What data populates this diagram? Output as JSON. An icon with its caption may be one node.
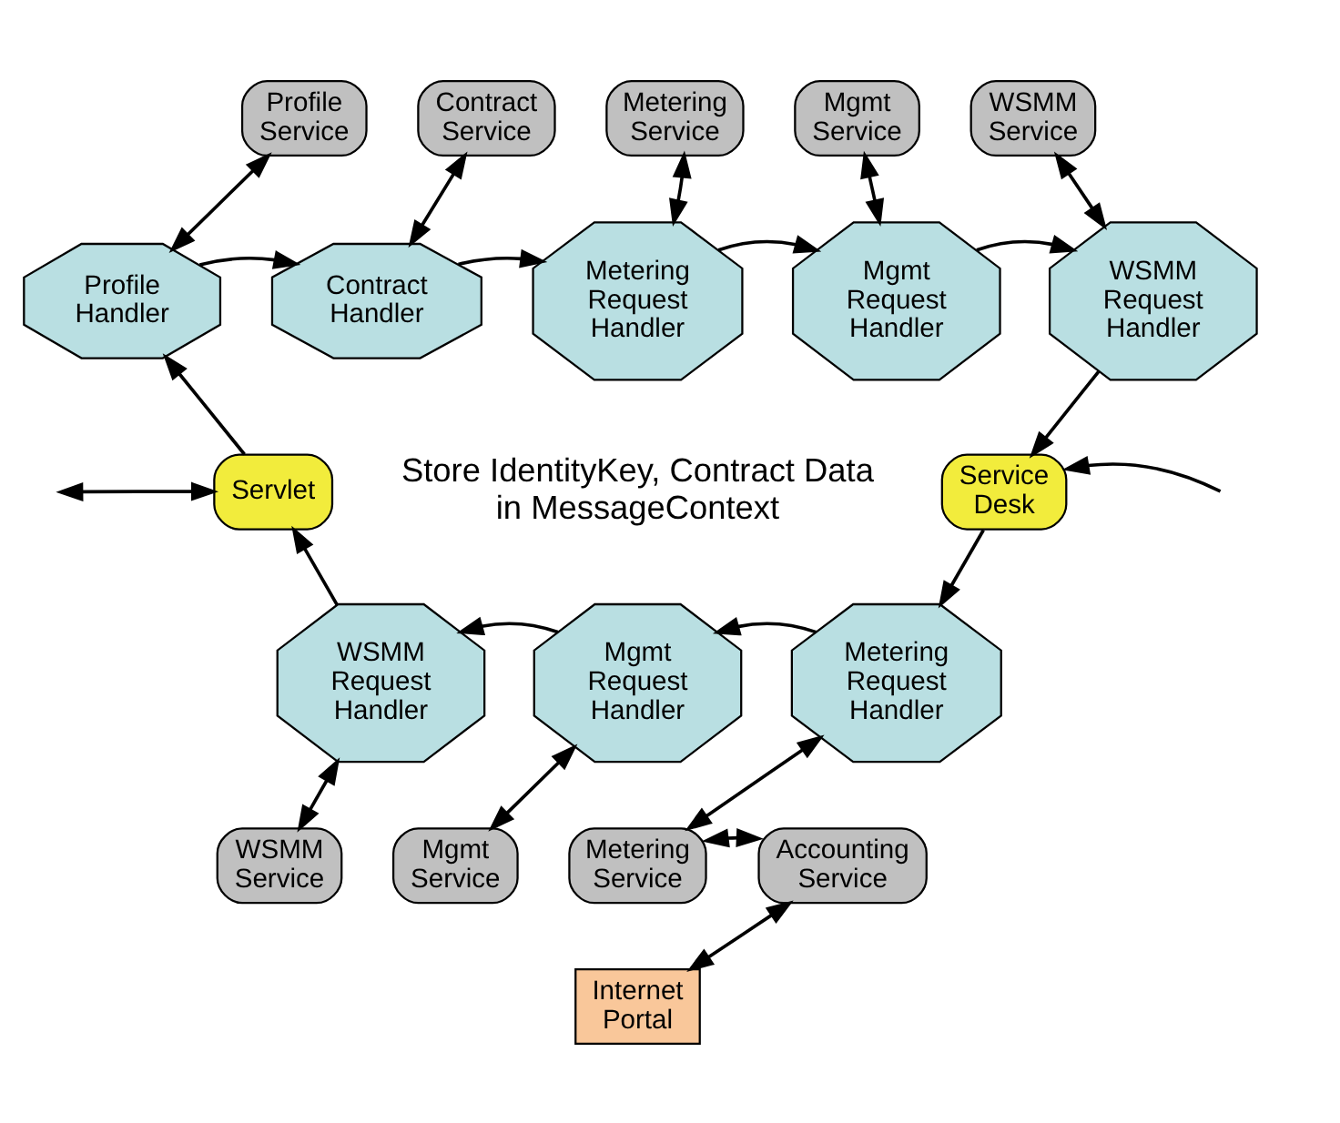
{
  "diagram": {
    "nodes": [
      {
        "text": [
          "Profile Service"
        ]
      },
      {
        "text": [
          "Contract Service"
        ]
      },
      {
        "text": [
          "Metering Service"
        ]
      },
      {
        "text": [
          "Mgmt Service"
        ]
      },
      {
        "text": [
          "WSMM Service"
        ]
      },
      {
        "text": [
          "Profile Handler"
        ]
      },
      {
        "text": [
          "Contract Handler"
        ]
      },
      {
        "text": [
          "Metering Request Handler"
        ]
      },
      {
        "text": [
          "Mgmt Request Handler"
        ]
      },
      {
        "text": [
          "WSMM Request Handler"
        ]
      },
      {
        "text": [
          "Servlet"
        ]
      },
      {
        "text": [
          "Service Desk"
        ]
      },
      {
        "text": [
          "WSMM Request Handler"
        ]
      },
      {
        "text": [
          "Mgmt Request Handler"
        ]
      },
      {
        "text": [
          "Metering Request Handler"
        ]
      },
      {
        "text": [
          "WSMM Service"
        ]
      },
      {
        "text": [
          "Mgmt Service"
        ]
      },
      {
        "text": [
          "Metering Service"
        ]
      },
      {
        "text": [
          "Accounting Service"
        ]
      },
      {
        "text": [
          "Internet Portal"
        ]
      }
    ],
    "edges": [
      {
        "from": 0,
        "to": 5,
        "arrow": "both"
      },
      {
        "from": 1,
        "to": 6,
        "arrow": "both"
      },
      {
        "from": 2,
        "to": 7,
        "arrow": "both"
      },
      {
        "from": 3,
        "to": 8,
        "arrow": "both"
      },
      {
        "from": 4,
        "to": 9,
        "arrow": "both"
      },
      {
        "from": 10,
        "to": 5,
        "arrow": "to"
      },
      {
        "from": 5,
        "to": 6,
        "arrow": "to"
      },
      {
        "from": 6,
        "to": 7,
        "arrow": "to"
      },
      {
        "from": 7,
        "to": 8,
        "arrow": "to"
      },
      {
        "from": 8,
        "to": 9,
        "arrow": "to"
      },
      {
        "from": 9,
        "to": 11,
        "arrow": "to"
      },
      {
        "from": 11,
        "to": 14,
        "arrow": "to"
      },
      {
        "from": 14,
        "to": 13,
        "arrow": "to"
      },
      {
        "from": 13,
        "to": 12,
        "arrow": "to"
      },
      {
        "from": 12,
        "to": 10,
        "arrow": "to"
      },
      {
        "from": 12,
        "to": 15,
        "arrow": "both"
      },
      {
        "from": 13,
        "to": 16,
        "arrow": "both"
      },
      {
        "from": 14,
        "to": 17,
        "arrow": "both"
      },
      {
        "from": 17,
        "to": 18,
        "arrow": "both"
      },
      {
        "from": 18,
        "to": 19,
        "arrow": "both"
      },
      {
        "from": null,
        "to": 10,
        "arrow": "both"
      },
      {
        "from": null,
        "to": 11,
        "arrow": "to"
      }
    ],
    "labels": [
      "Store IdentityKey, Contract Data in MessageContext"
    ]
  }
}
